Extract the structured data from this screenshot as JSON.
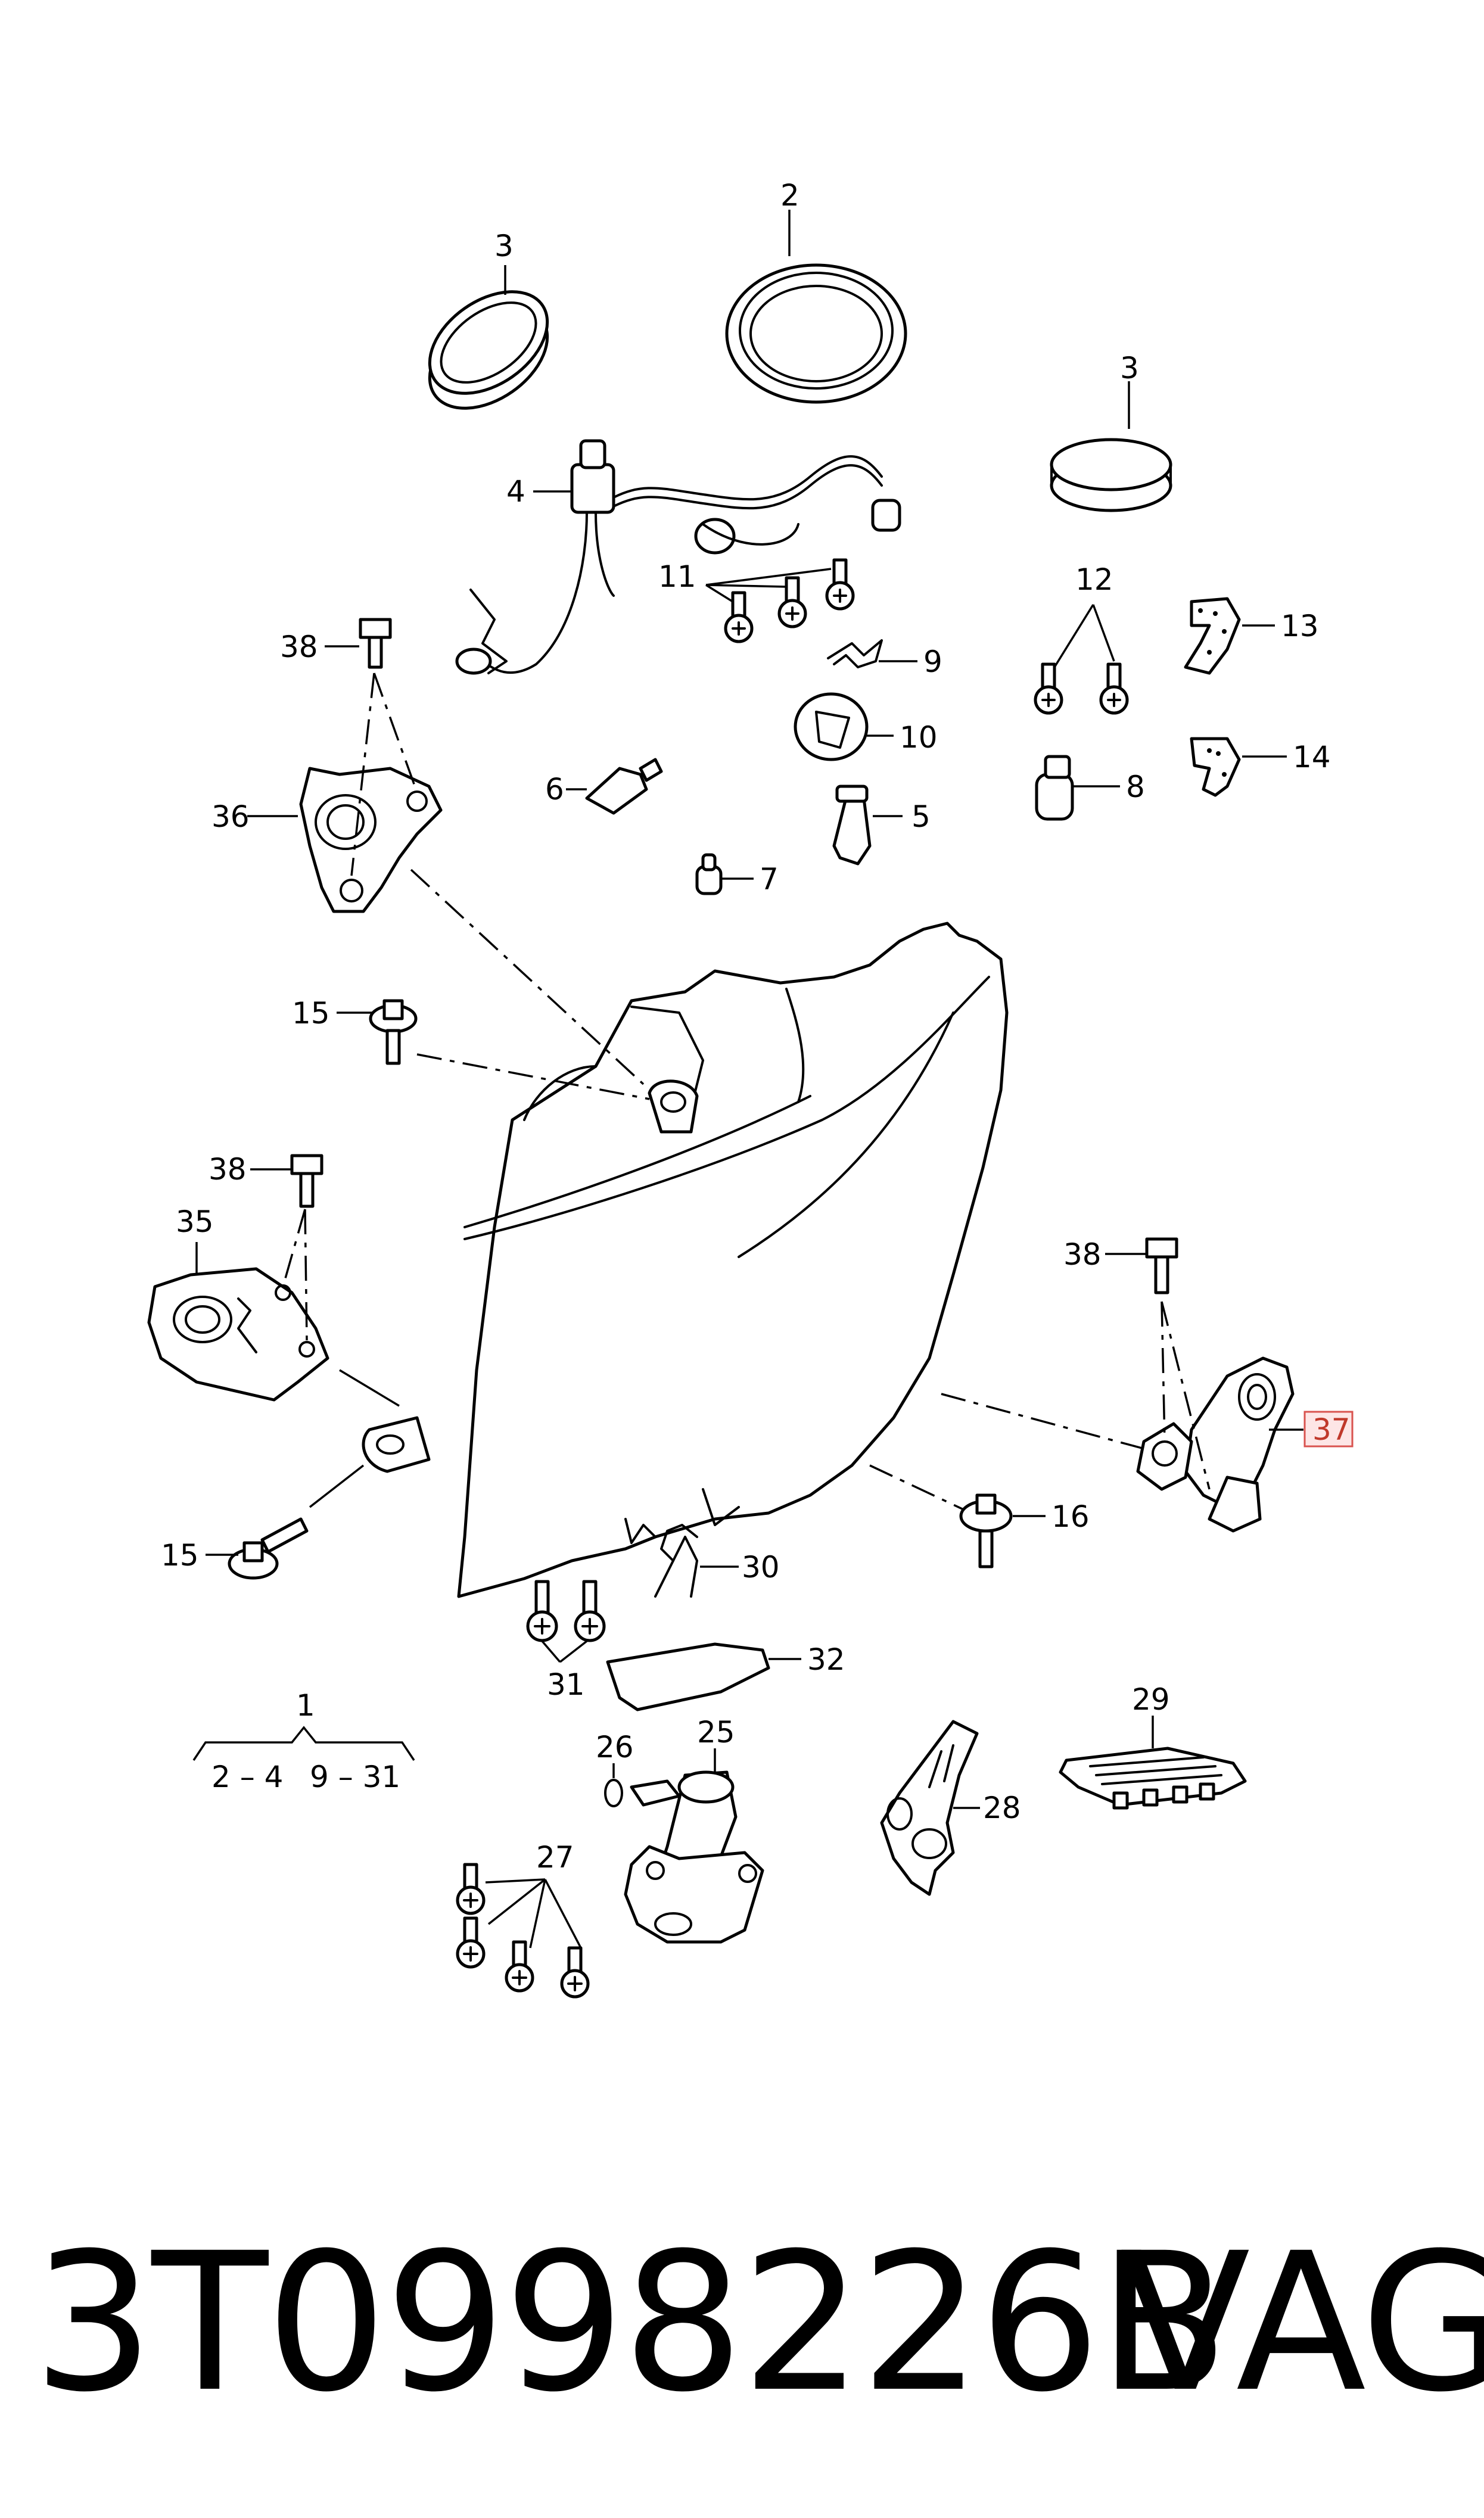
{
  "callouts": {
    "c1": "1",
    "c2": "2",
    "c3a": "3",
    "c3b": "3",
    "c4": "4",
    "c5": "5",
    "c6": "6",
    "c7": "7",
    "c8": "8",
    "c9": "9",
    "c10": "10",
    "c11": "11",
    "c12": "12",
    "c13": "13",
    "c14": "14",
    "c15a": "15",
    "c15b": "15",
    "c16": "16",
    "c25": "25",
    "c26": "26",
    "c27": "27",
    "c28": "28",
    "c29": "29",
    "c30": "30",
    "c31": "31",
    "c32": "32",
    "c35": "35",
    "c36": "36",
    "c37": "37",
    "c38a": "38",
    "c38b": "38",
    "c38c": "38"
  },
  "group_range": {
    "left": "2 – 4",
    "right": "9 – 31"
  },
  "highlight_color": "#d9534f",
  "footer": {
    "part_number": "3T0998226B",
    "brand": "VAG"
  }
}
